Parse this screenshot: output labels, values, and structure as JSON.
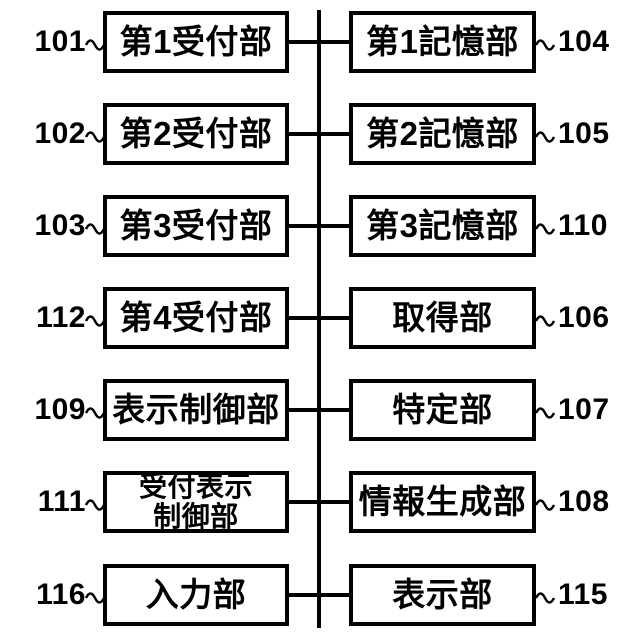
{
  "diagram": {
    "background_color": "#ffffff",
    "line_color": "#000000",
    "rows": [
      {
        "left_ref": "101",
        "left_label": "第1受付部",
        "right_label": "第1記憶部",
        "right_ref": "104"
      },
      {
        "left_ref": "102",
        "left_label": "第2受付部",
        "right_label": "第2記憶部",
        "right_ref": "105"
      },
      {
        "left_ref": "103",
        "left_label": "第3受付部",
        "right_label": "第3記憶部",
        "right_ref": "110"
      },
      {
        "left_ref": "112",
        "left_label": "第4受付部",
        "right_label": "取得部",
        "right_ref": "106"
      },
      {
        "left_ref": "109",
        "left_label": "表示制御部",
        "right_label": "特定部",
        "right_ref": "107"
      },
      {
        "left_ref": "111",
        "left_label": "受付表示\n制御部",
        "right_label": "情報生成部",
        "right_ref": "108"
      },
      {
        "left_ref": "116",
        "left_label": "入力部",
        "right_label": "表示部",
        "right_ref": "115"
      }
    ]
  }
}
